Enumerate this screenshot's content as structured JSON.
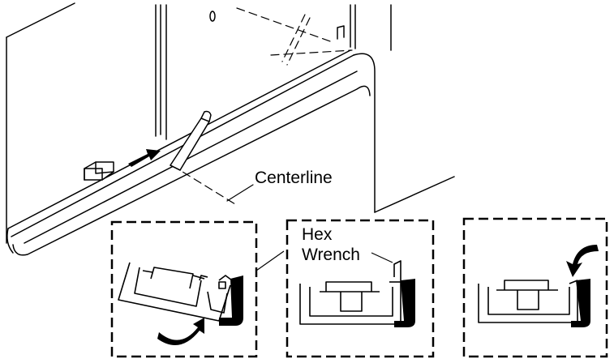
{
  "labels": {
    "centerline": "Centerline",
    "hex_line1": "Hex",
    "hex_line2": "Wrench"
  },
  "colors": {
    "ink": "#000000",
    "paper": "#ffffff"
  }
}
